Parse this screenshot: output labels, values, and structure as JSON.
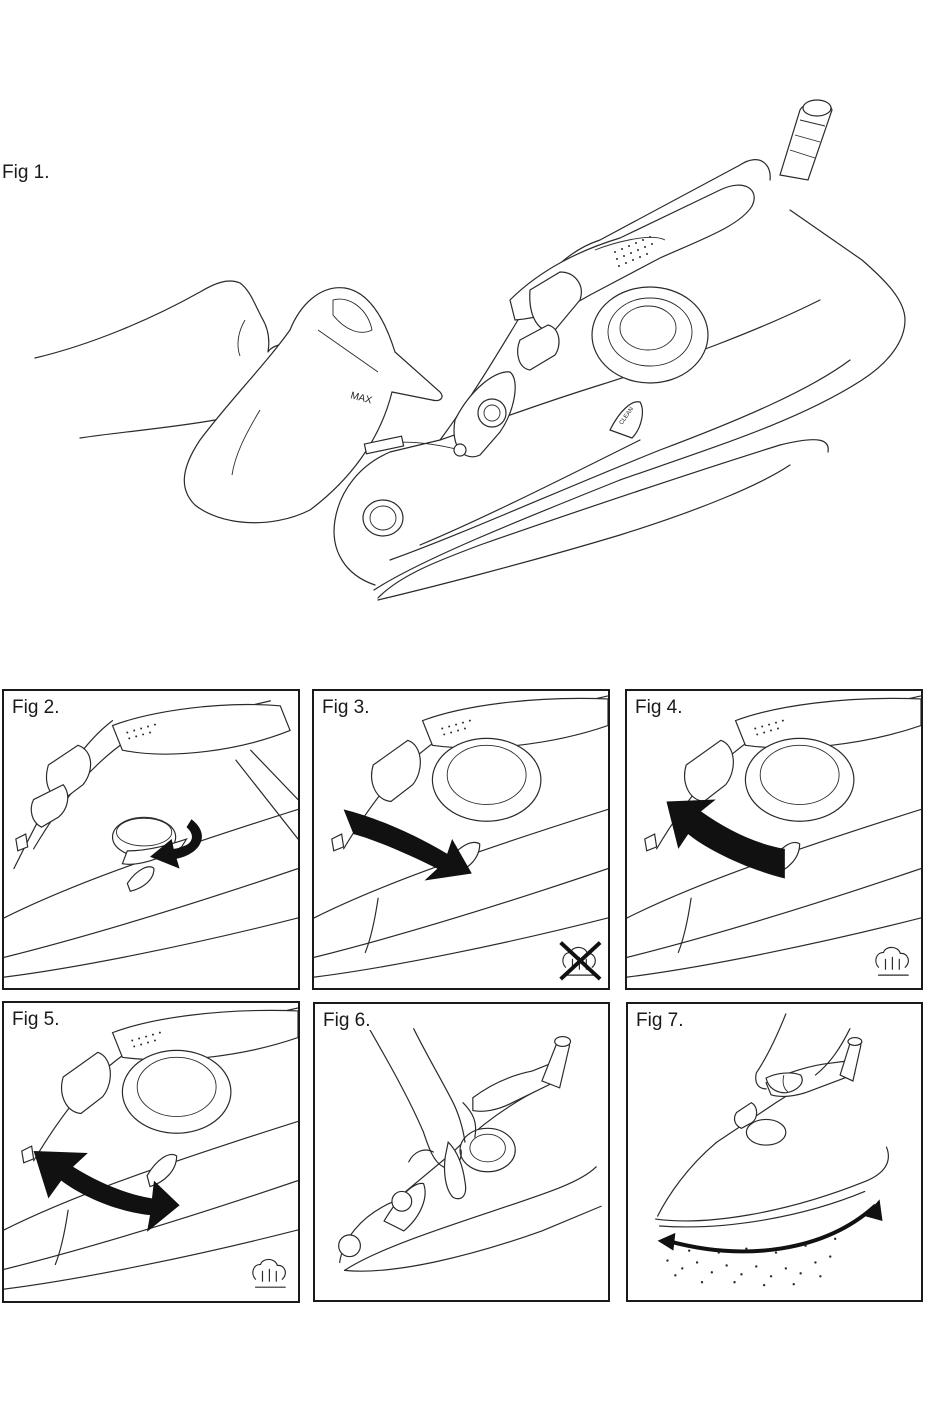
{
  "figures": {
    "fig1": {
      "label": "Fig 1."
    },
    "fig2": {
      "label": "Fig 2."
    },
    "fig3": {
      "label": "Fig 3."
    },
    "fig4": {
      "label": "Fig 4."
    },
    "fig5": {
      "label": "Fig 5."
    },
    "fig6": {
      "label": "Fig 6."
    },
    "fig7": {
      "label": "Fig 7."
    }
  },
  "cup": {
    "marking": "MAX"
  },
  "iron": {
    "button_marking": "CLEAN"
  },
  "icons": {
    "fig3": "steam-off-icon",
    "fig4": "steam-icon",
    "fig5": "steam-icon"
  }
}
